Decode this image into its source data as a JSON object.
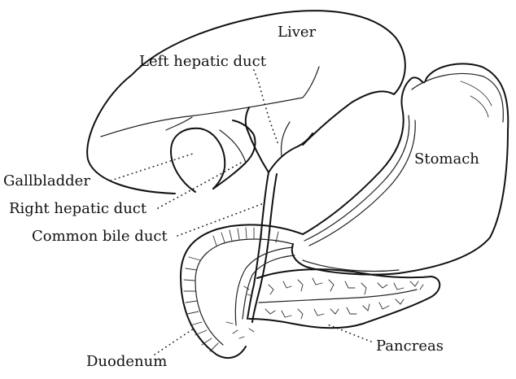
{
  "labels": {
    "liver": "Liver",
    "left_hepatic_duct": "Left hepatic duct",
    "stomach": "Stomach",
    "gallbladder": "Gallbladder",
    "right_hepatic_duct": "Right hepatic duct",
    "common_bile_duct": "Common bile duct",
    "pancreas": "Pancreas",
    "duodenum": "Duodenum"
  }
}
